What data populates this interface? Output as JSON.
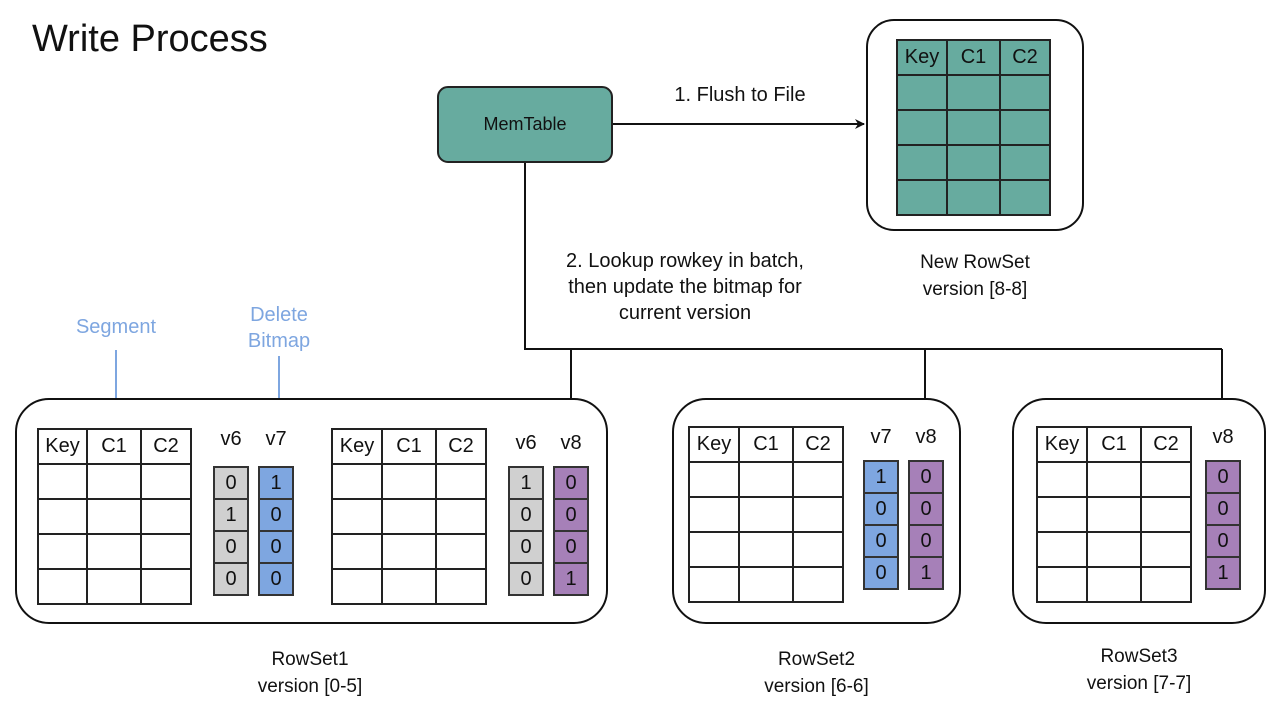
{
  "title": "Write Process",
  "memtable": {
    "label": "MemTable",
    "fill": "#67ab9f"
  },
  "steps": {
    "flush": "1. Flush to File",
    "lookup_line1": "2. Lookup rowkey in batch,",
    "lookup_line2": "then update the bitmap for",
    "lookup_line3": "current version"
  },
  "annotations": {
    "segment": "Segment",
    "delete_bitmap_line1": "Delete",
    "delete_bitmap_line2": "Bitmap",
    "color": "#7ea6e0"
  },
  "columns": [
    "Key",
    "C1",
    "C2"
  ],
  "colors": {
    "gray": "#d0d0d0",
    "blue": "#7ea6e0",
    "purple": "#a680b8",
    "table_fill": "#67ab9f"
  },
  "new_rowset": {
    "name": "New RowSet",
    "version": "version [8-8]"
  },
  "rowsets": [
    {
      "name": "RowSet1",
      "version": "version [0-5]",
      "segments": [
        {
          "bitmaps": [
            {
              "label": "v6",
              "color": "gray",
              "bits": [
                "0",
                "1",
                "0",
                "0"
              ]
            },
            {
              "label": "v7",
              "color": "blue",
              "bits": [
                "1",
                "0",
                "0",
                "0"
              ]
            }
          ]
        },
        {
          "bitmaps": [
            {
              "label": "v6",
              "color": "gray",
              "bits": [
                "1",
                "0",
                "0",
                "0"
              ]
            },
            {
              "label": "v8",
              "color": "purple",
              "bits": [
                "0",
                "0",
                "0",
                "1"
              ]
            }
          ]
        }
      ]
    },
    {
      "name": "RowSet2",
      "version": "version [6-6]",
      "segments": [
        {
          "bitmaps": [
            {
              "label": "v7",
              "color": "blue",
              "bits": [
                "1",
                "0",
                "0",
                "0"
              ]
            },
            {
              "label": "v8",
              "color": "purple",
              "bits": [
                "0",
                "0",
                "0",
                "1"
              ]
            }
          ]
        }
      ]
    },
    {
      "name": "RowSet3",
      "version": "version [7-7]",
      "segments": [
        {
          "bitmaps": [
            {
              "label": "v8",
              "color": "purple",
              "bits": [
                "0",
                "0",
                "0",
                "1"
              ]
            }
          ]
        }
      ]
    }
  ]
}
